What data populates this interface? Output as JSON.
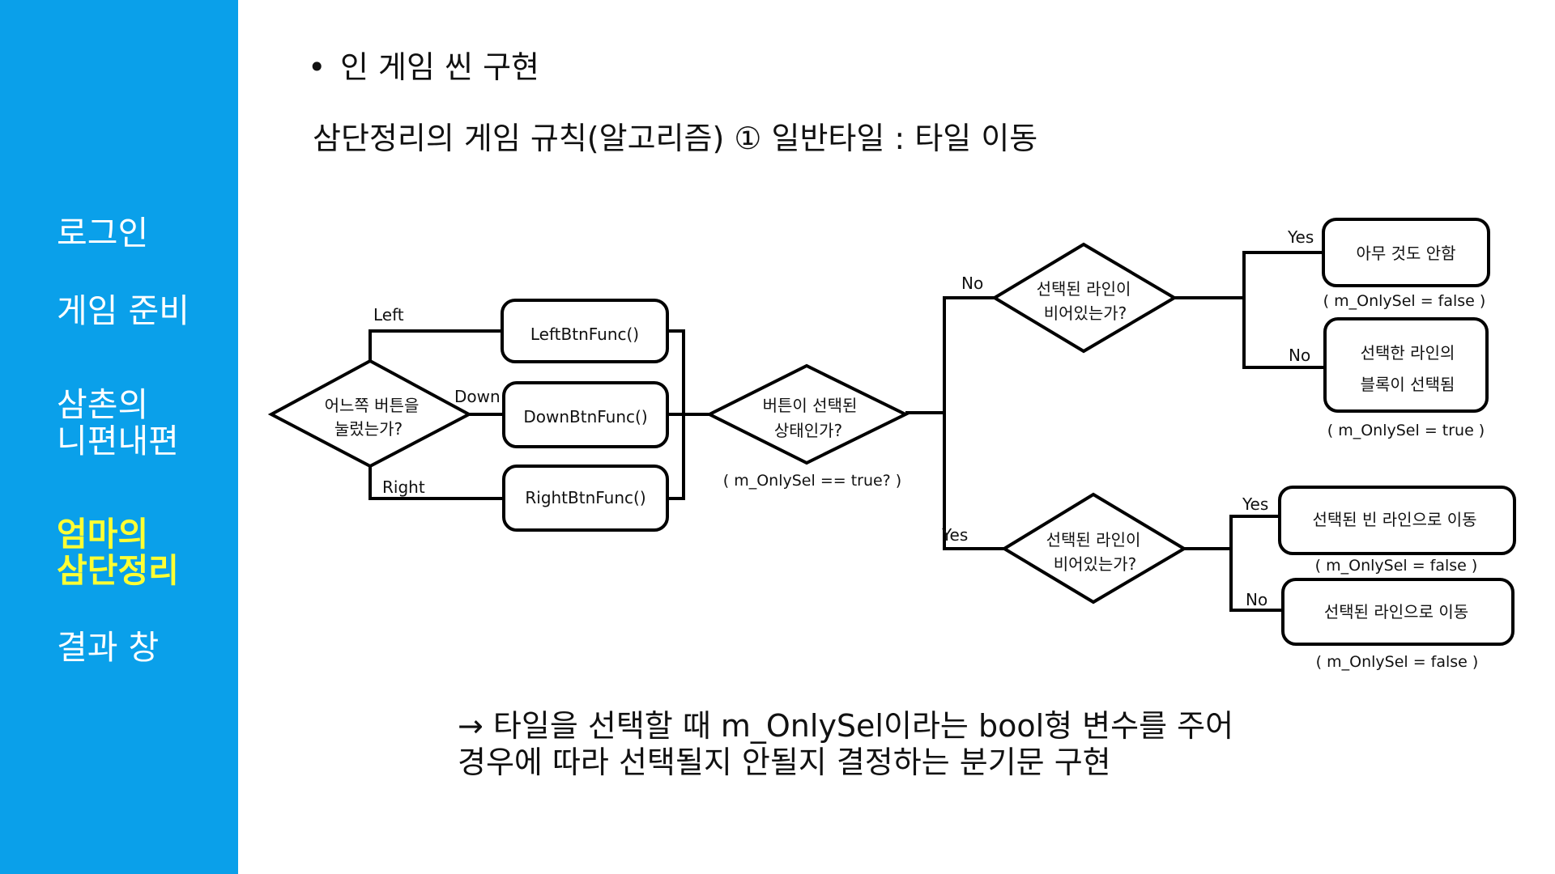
{
  "sidebar": {
    "background": "#0aa0ea",
    "active_color": "#ffff33",
    "items": [
      {
        "label": "로그인",
        "active": false
      },
      {
        "label": "게임 준비",
        "active": false
      },
      {
        "label": "삼촌의\n니편내편",
        "active": false
      },
      {
        "label": "엄마의\n삼단정리",
        "active": true
      },
      {
        "label": "결과 창",
        "active": false
      }
    ]
  },
  "header": {
    "bullet": "•",
    "title": "인 게임 씬 구현",
    "subtitle": "삼단정리의 게임 규칙(알고리즘) ① 일반타일 : 타일 이동"
  },
  "diagram": {
    "decision_button": [
      "어느쪽 버튼을",
      "눌렀는가?"
    ],
    "branch_left": "Left",
    "branch_down": "Down",
    "branch_right": "Right",
    "func_left": "LeftBtnFunc()",
    "func_down": "DownBtnFunc()",
    "func_right": "RightBtnFunc()",
    "decision_selected": [
      "버튼이 선택된",
      "상태인가?"
    ],
    "note_selected": "( m_OnlySel == true? )",
    "branch_no": "No",
    "branch_yes": "Yes",
    "decision_line_empty_top": [
      "선택된 라인이",
      "비어있는가?"
    ],
    "decision_line_empty_bottom": [
      "선택된 라인이",
      "비어있는가?"
    ],
    "top_yes": "Yes",
    "top_no": "No",
    "result_nothing": "아무 것도 안함",
    "note_nothing": "(  m_OnlySel  =   false   )",
    "result_select_block": [
      "선택한 라인의",
      "블록이 선택됨"
    ],
    "note_select_block": "(  m_OnlySel  =   true  )",
    "bottom_yes": "Yes",
    "bottom_no": "No",
    "result_move_empty": "선택된 빈 라인으로 이동",
    "note_move_empty": "(  m_OnlySel  =   false   )",
    "result_move_line": "선택된 라인으로 이동",
    "note_move_line": "(  m_OnlySel  =   false   )"
  },
  "note": {
    "line1": "→ 타일을 선택할 때 m_OnlySel이라는 bool형 변수를 주어",
    "line2": "경우에 따라 선택될지 안될지 결정하는 분기문 구현"
  }
}
